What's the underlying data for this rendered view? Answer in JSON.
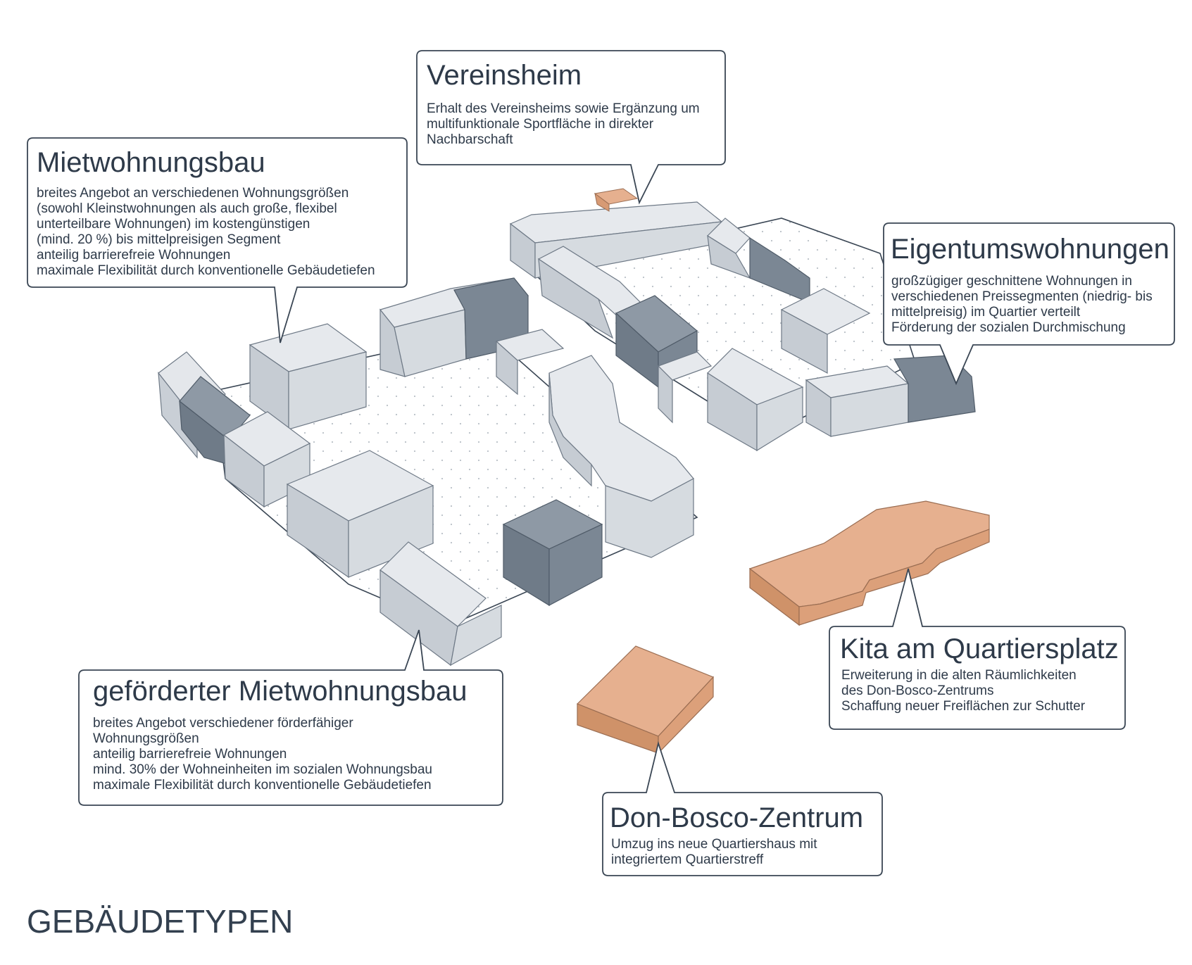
{
  "heading": "GEBÄUDETYPEN",
  "colors": {
    "building_light": "#d3d8de",
    "building_dark": "#7b8794",
    "community_orange": "#dea885",
    "callout_border": "#3a4654",
    "text": "#2e3a49"
  },
  "callouts": {
    "vereinsheim": {
      "title": "Vereinsheim",
      "lines": [
        "Erhalt des Vereinsheims sowie Ergänzung um",
        "multifunktionale Sportfläche in direkter",
        "Nachbarschaft"
      ]
    },
    "mietwohnungsbau": {
      "title": "Mietwohnungsbau",
      "lines": [
        "breites Angebot an verschiedenen Wohnungsgrößen",
        "(sowohl Kleinstwohnungen als auch große, flexibel",
        "unterteilbare Wohnungen) im kostengünstigen",
        "(mind. 20 %) bis mittelpreisigen Segment",
        "anteilig barrierefreie Wohnungen",
        "maximale Flexibilität durch konventionelle Gebäudetiefen"
      ]
    },
    "eigentumswohnungen": {
      "title": "Eigentumswohnungen",
      "lines": [
        "großzügiger geschnittene Wohnungen in",
        "verschiedenen Preissegmenten (niedrig- bis",
        "mittelpreisig) im Quartier verteilt",
        "Förderung der sozialen Durchmischung"
      ]
    },
    "gefoerderter": {
      "title": "geförderter Mietwohnungsbau",
      "lines": [
        "breites Angebot verschiedener förderfähiger",
        "Wohnungsgrößen",
        "anteilig barrierefreie Wohnungen",
        "mind. 30% der Wohneinheiten im sozialen Wohnungsbau",
        "maximale Flexibilität durch konventionelle Gebäudetiefen"
      ]
    },
    "kita": {
      "title": "Kita am Quartiersplatz",
      "lines": [
        "Erweiterung in die alten Räumlichkeiten",
        "des Don-Bosco-Zentrums",
        "Schaffung neuer Freiflächen zur Schutter"
      ]
    },
    "donbosco": {
      "title": "Don-Bosco-Zentrum",
      "lines": [
        "Umzug ins neue Quartiershaus mit",
        "integriertem Quartierstreff"
      ]
    }
  }
}
